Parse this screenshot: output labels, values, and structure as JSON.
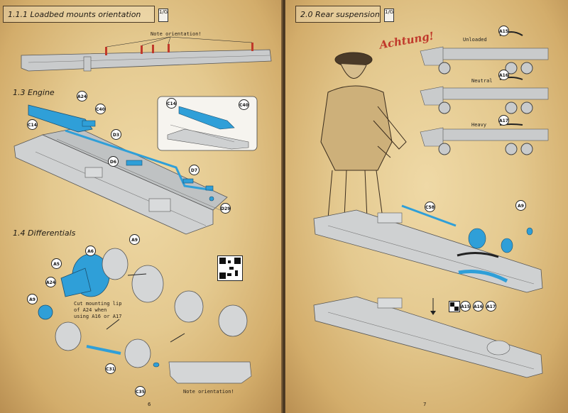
{
  "left_page": {
    "header": {
      "title": "1.1.1 Loadbed mounts orientation",
      "badge": "1/G"
    },
    "note_orientation_top": "Note orientation!",
    "section_engine": "1.3 Engine",
    "section_differentials": "1.4 Differentials",
    "engine_parts": [
      "A24",
      "C40",
      "C14",
      "D3",
      "D6",
      "D7",
      "D29"
    ],
    "inset_parts": [
      "C14",
      "C40"
    ],
    "diff_parts": [
      "A9",
      "A6",
      "A5",
      "A24",
      "A9",
      "C31",
      "C35"
    ],
    "cut_note": "Cut mounting lip of A24 when using A16 or A17",
    "note_orientation_bottom": "Note orientation!",
    "page_number": "6"
  },
  "right_page": {
    "header": {
      "title": "2.0 Rear suspension",
      "badge": "1/G"
    },
    "achtung": "Achtung!",
    "loads": [
      {
        "label": "Unloaded",
        "part": "A15"
      },
      {
        "label": "Neutral",
        "part": "A16"
      },
      {
        "label": "Heavy",
        "part": "A17"
      }
    ],
    "parts": [
      "C58",
      "A9"
    ],
    "choice_parts": [
      "A15",
      "A16",
      "A17"
    ],
    "page_number": "7"
  },
  "colors": {
    "accent_part": "#2f9fd8",
    "frame_grey": "#c9cbcc",
    "paper": "#e4c98f",
    "mount_red": "#c0392b"
  }
}
